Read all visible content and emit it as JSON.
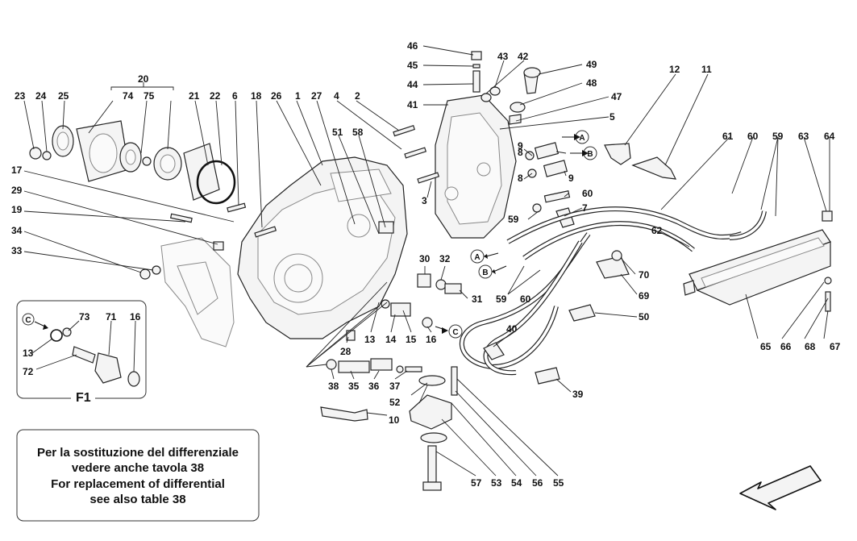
{
  "callouts": [
    "1",
    "2",
    "3",
    "4",
    "5",
    "6",
    "7",
    "8",
    "9",
    "10",
    "11",
    "12",
    "13",
    "14",
    "15",
    "16",
    "17",
    "18",
    "19",
    "20",
    "21",
    "22",
    "23",
    "24",
    "25",
    "26",
    "27",
    "28",
    "29",
    "30",
    "31",
    "32",
    "33",
    "34",
    "35",
    "36",
    "37",
    "38",
    "39",
    "40",
    "41",
    "42",
    "43",
    "44",
    "45",
    "46",
    "47",
    "48",
    "49",
    "50",
    "51",
    "52",
    "53",
    "54",
    "55",
    "56",
    "57",
    "58",
    "59",
    "60",
    "61",
    "62",
    "63",
    "64",
    "65",
    "66",
    "67",
    "68",
    "69",
    "70",
    "71",
    "72",
    "73",
    "74",
    "75"
  ],
  "inset": {
    "title": "F1",
    "callouts": [
      "73",
      "71",
      "16",
      "13",
      "72"
    ],
    "marker": "C"
  },
  "markers": [
    "A",
    "B",
    "C"
  ],
  "note": {
    "line1": "Per la sostituzione del differenziale",
    "line2": "vedere anche tavola 38",
    "line3": "For replacement of differential",
    "line4": "see  also table 38"
  }
}
